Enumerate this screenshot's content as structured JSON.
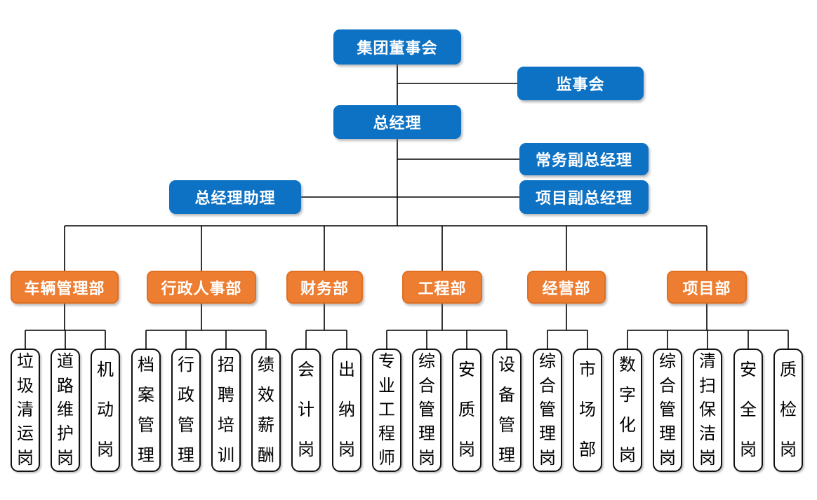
{
  "palette": {
    "executive_node_blue": "#0d72c4",
    "department_node_orange": "#ed7d31",
    "post_box_background": "#ffffff",
    "post_box_border": "#000000",
    "connector_line": "#000000",
    "node_text": "#ffffff",
    "post_text": "#000000"
  },
  "nodes": {
    "board": {
      "label": "集团董事会"
    },
    "supervisory": {
      "label": "监事会"
    },
    "general_manager": {
      "label": "总经理"
    },
    "executive_deputy_gm": {
      "label": "常务副总经理"
    },
    "gm_assistant": {
      "label": "总经理助理"
    },
    "project_deputy_gm": {
      "label": "项目副总经理"
    }
  },
  "departments": [
    {
      "label": "车辆管理部",
      "posts": [
        "垃圾清运岗",
        "道路维护岗",
        "机动岗"
      ]
    },
    {
      "label": "行政人事部",
      "posts": [
        "档案管理",
        "行政管理",
        "招聘培训",
        "绩效薪酬"
      ]
    },
    {
      "label": "财务部",
      "posts": [
        "会计岗",
        "出纳岗"
      ]
    },
    {
      "label": "工程部",
      "posts": [
        "专业工程师",
        "综合管理岗",
        "安质岗",
        "设备管理"
      ]
    },
    {
      "label": "经营部",
      "posts": [
        "综合管理岗",
        "市场部"
      ]
    },
    {
      "label": "项目部",
      "posts": [
        "数字化岗",
        "综合管理岗",
        "清扫保洁岗",
        "安全岗",
        "质检岗"
      ]
    }
  ]
}
